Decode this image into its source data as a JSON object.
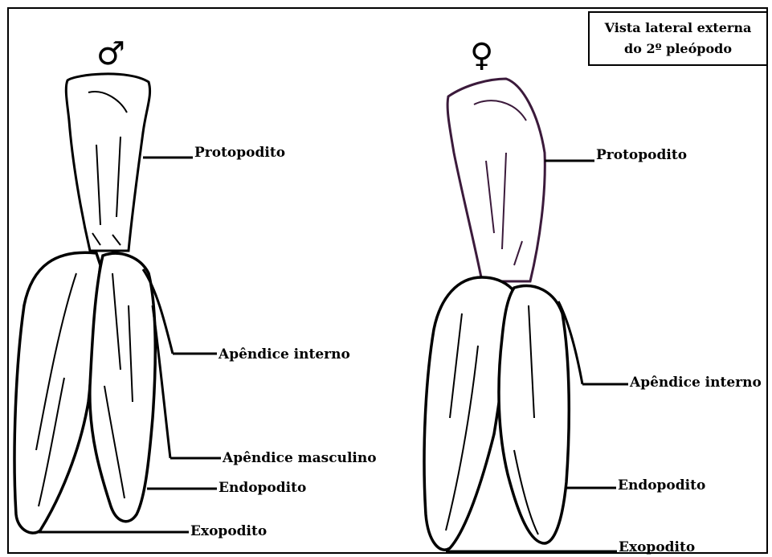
{
  "title_box": {
    "line1": "Vista lateral externa",
    "line2": "do 2º pleópodo"
  },
  "male": {
    "symbol": "♂",
    "labels": {
      "protopodito": "Protopodito",
      "apendice_interno": "Apêndice interno",
      "apendice_masculino": "Apêndice masculino",
      "endopodito": "Endopodito",
      "exopodito": "Exopodito"
    }
  },
  "female": {
    "symbol": "♀",
    "labels": {
      "protopodito": "Protopodito",
      "apendice_interno": "Apêndice interno",
      "endopodito": "Endopodito",
      "exopodito": "Exopodito"
    }
  },
  "colors": {
    "outline": "#000000",
    "female_protopodite_outline": "#3b1a3b",
    "background": "#ffffff"
  }
}
